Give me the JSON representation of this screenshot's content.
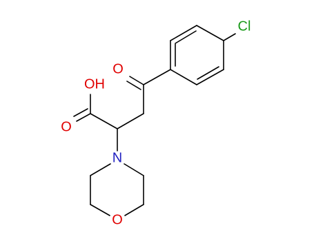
{
  "molecule": {
    "atom_labels": {
      "chlorine": "Cl",
      "ketone_oxygen": "O",
      "hydroxyl": "OH",
      "carbonyl_oxygen": "O",
      "amine_nitrogen": "N",
      "ring_oxygen": "O"
    },
    "colors": {
      "bond": "#000000",
      "chlorine": "#1a9a1a",
      "oxygen": "#e00000",
      "nitrogen": "#2020c0"
    }
  }
}
